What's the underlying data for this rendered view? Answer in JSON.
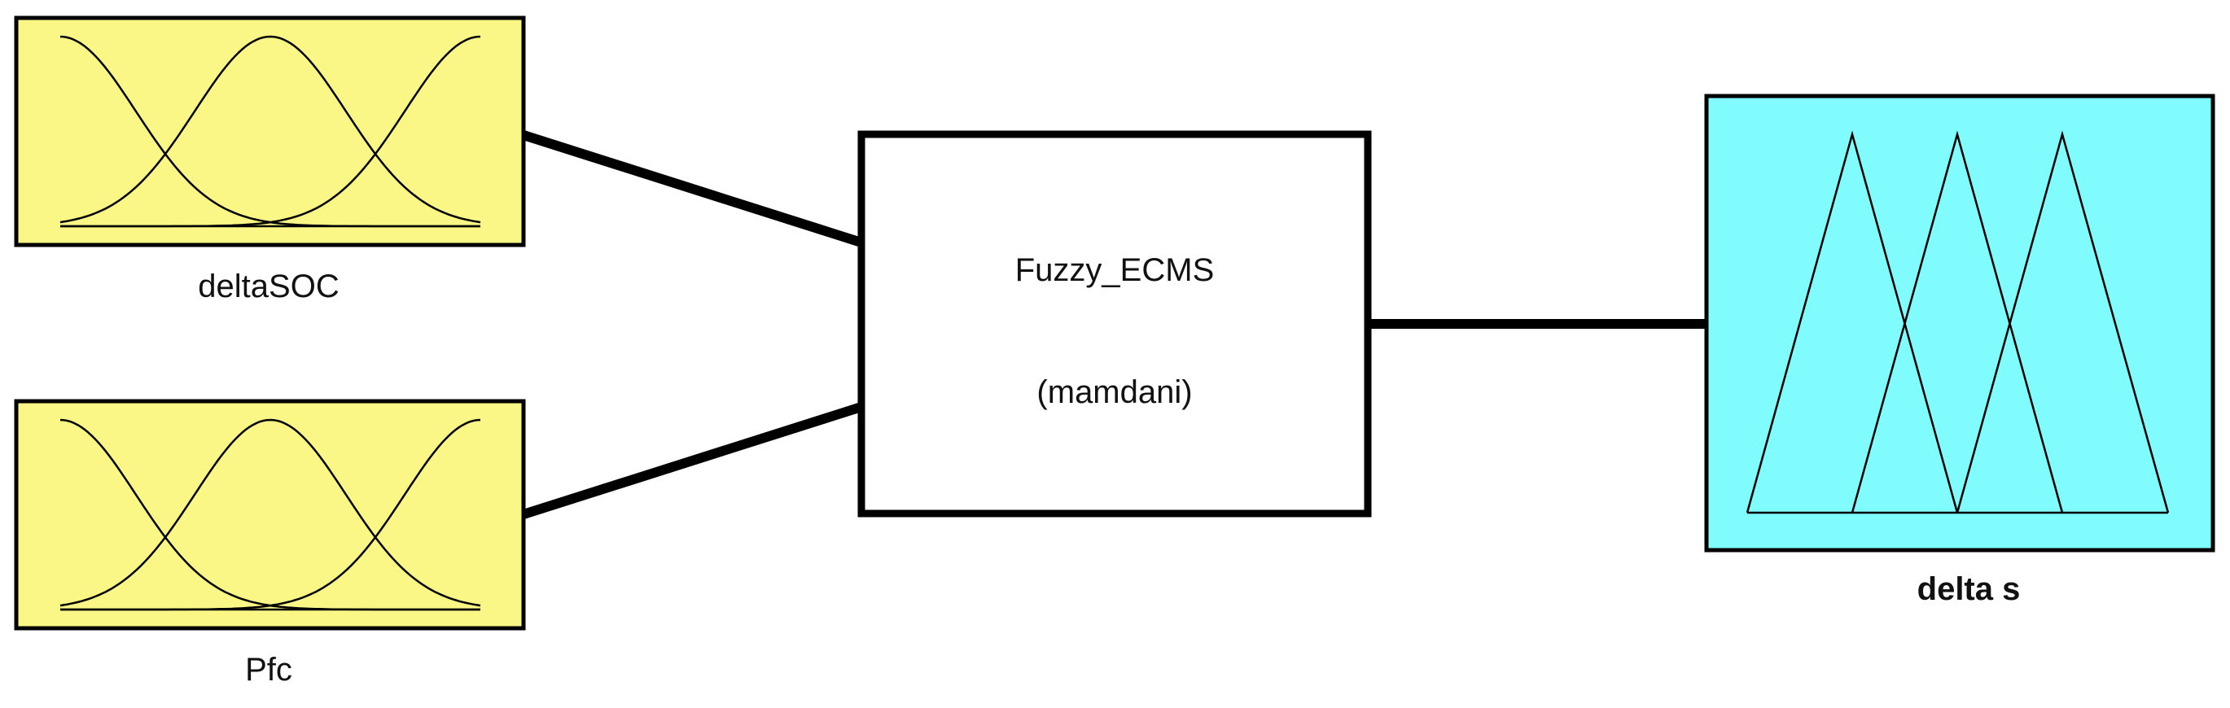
{
  "inputs": [
    {
      "name": "deltaSOC"
    },
    {
      "name": "Pfc"
    }
  ],
  "system": {
    "name": "Fuzzy_ECMS",
    "type": "(mamdani)"
  },
  "output": {
    "name": "delta s"
  },
  "colors": {
    "input_fill": "#FBF786",
    "output_fill": "#80FCFE",
    "system_fill": "#FFFFFF",
    "stroke": "#000000"
  },
  "icons": {
    "input_mf": "gaussian-membership-icon",
    "output_mf": "triangular-membership-icon"
  }
}
